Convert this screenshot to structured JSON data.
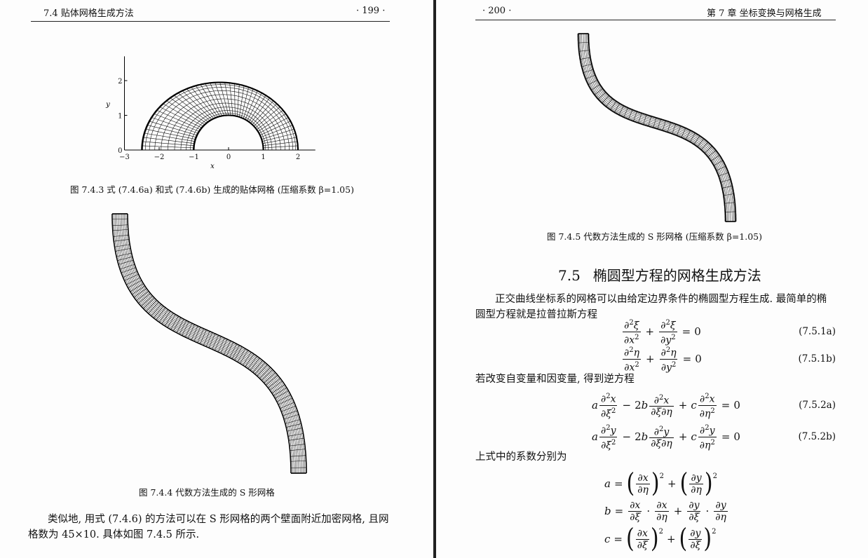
{
  "left_page": {
    "running_head_section": "7.4   贴体网格生成方法",
    "page_number": "· 199 ·",
    "figure_743": {
      "caption": "图 7.4.3   式 (7.4.6a) 和式 (7.4.6b) 生成的贴体网格 (压缩系数 β=1.05)",
      "x_axis_label": "x",
      "y_axis_label": "y",
      "x_ticks": [
        "−3",
        "−2",
        "−1",
        "0",
        "1",
        "2"
      ],
      "y_ticks": [
        "0",
        "1",
        "2"
      ]
    },
    "figure_744": {
      "caption": "图 7.4.4   代数方法生成的 S 形网格"
    },
    "paragraph": "类似地, 用式 (7.4.6) 的方法可以在 S 形网格的两个壁面附近加密网格, 且网格数为 45×10. 具体如图 7.4.5 所示."
  },
  "right_page": {
    "page_number": "· 200 ·",
    "running_head_chapter": "第 7 章    坐标变换与网格生成",
    "figure_745": {
      "caption": "图 7.4.5   代数方法生成的 S 形网格 (压缩系数 β=1.05)"
    },
    "section": {
      "number": "7.5",
      "title": "椭圆型方程的网格生成方法"
    },
    "para1": "正交曲线坐标系的网格可以由给定边界条件的椭圆型方程生成. 最简单的椭圆型方程就是拉普拉斯方程",
    "para2": "若改变自变量和因变量, 得到逆方程",
    "para3": "上式中的系数分别为",
    "eq_751a": "(7.5.1a)",
    "eq_751b": "(7.5.1b)",
    "eq_752a": "(7.5.2a)",
    "eq_752b": "(7.5.2b)"
  }
}
